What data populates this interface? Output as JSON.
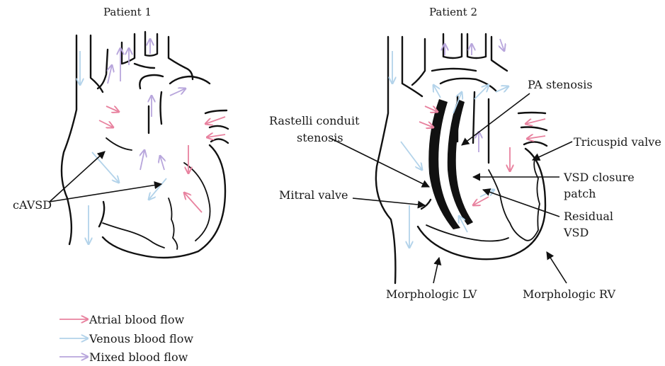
{
  "patient1": {
    "title": "Patient 1",
    "labels": {
      "cavsd": "cAVSD"
    }
  },
  "patient2": {
    "title": "Patient 2",
    "labels": {
      "pa_stenosis": "PA stenosis",
      "rastelli_line1": "Rastelli conduit",
      "rastelli_line2": "stenosis",
      "tricuspid_valve": "Tricuspid valve",
      "vsd_patch_line1": "VSD closure",
      "vsd_patch_line2": "patch",
      "mitral_valve": "Mitral valve",
      "residual_line1": "Residual",
      "residual_line2": "VSD",
      "morph_lv": "Morphologic LV",
      "morph_rv": "Morphologic RV"
    }
  },
  "legend": [
    {
      "label": "Atrial blood flow",
      "color": "#e8829f"
    },
    {
      "label": "Venous blood flow",
      "color": "#b3d3ea"
    },
    {
      "label": "Mixed blood flow",
      "color": "#b8a6dc"
    }
  ],
  "colors": {
    "atrial": "#e8829f",
    "venous": "#b3d3ea",
    "mixed": "#b8a6dc"
  }
}
